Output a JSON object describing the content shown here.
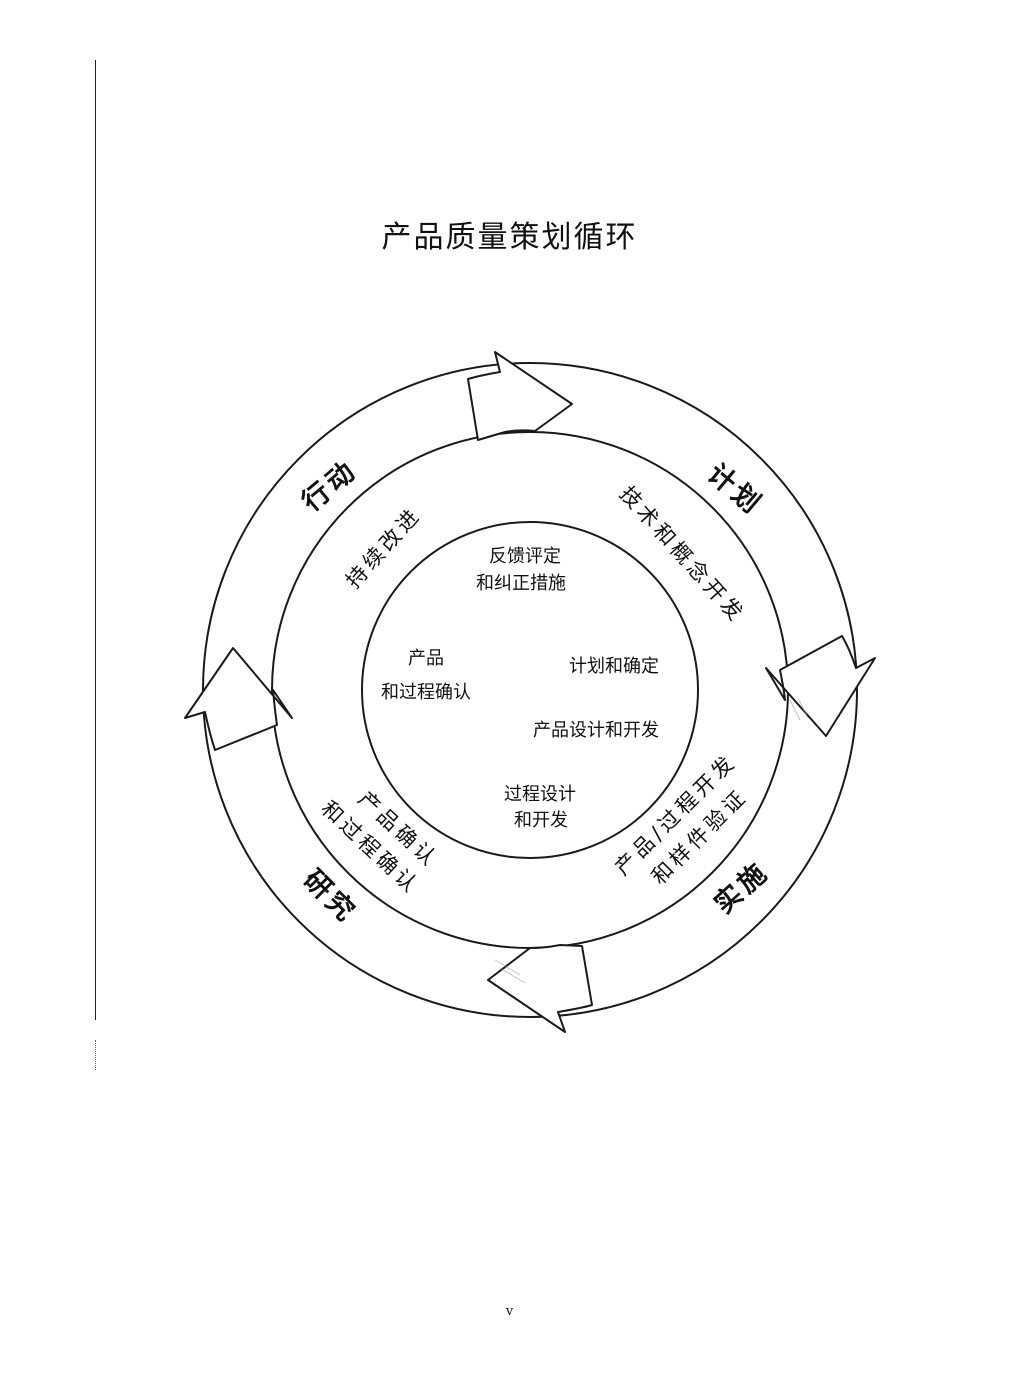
{
  "page": {
    "title": "产品质量策划循环",
    "page_number": "v"
  },
  "diagram": {
    "phases": {
      "plan": "计划",
      "do": "实施",
      "study": "研究",
      "act": "行动"
    },
    "ring_labels": {
      "concept": "技术和概念开发",
      "verify_line1": "产品/过程开发",
      "verify_line2": "和样件验证",
      "validate_line1": "产品确认",
      "validate_line2": "和过程确认",
      "improve": "持续改进"
    },
    "inner_labels": {
      "feedback_line1": "反馈评定",
      "feedback_line2": "和纠正措施",
      "plan_define": "计划和确定",
      "product_design": "产品设计和开发",
      "process_line1": "过程设计",
      "process_line2": "和开发",
      "validation_line1": "产品",
      "validation_line2": "和过程确认"
    }
  }
}
